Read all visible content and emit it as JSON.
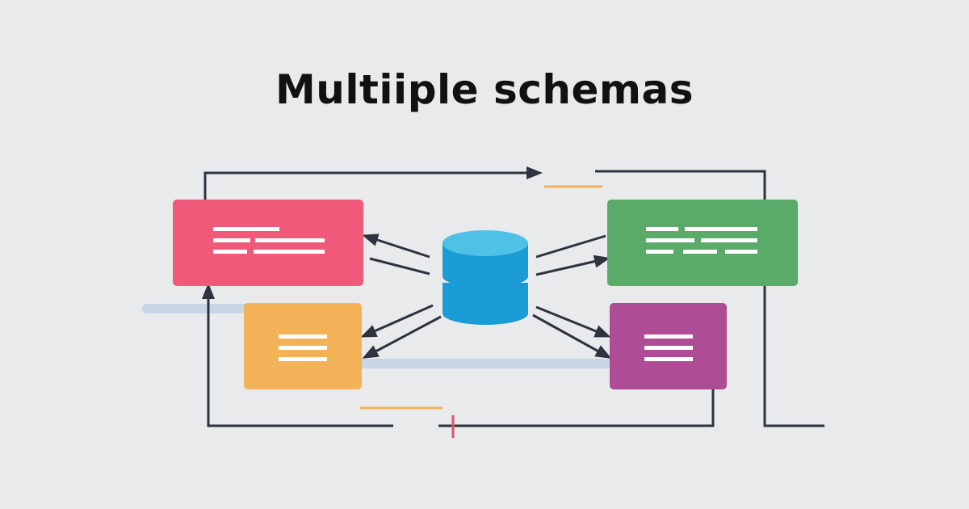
{
  "title": "Multiiple schemas",
  "colors": {
    "background": "#e9eaec",
    "line": "#2d3440",
    "pink": "#f0597a",
    "green": "#5aab6a",
    "orange": "#f3b257",
    "purple": "#ae4d95",
    "database_top": "#4fc0e6",
    "database_body": "#1b9bd3",
    "accent_yellow": "#f3b257",
    "accent_blue": "#c9d6e8",
    "accent_red": "#e2516b"
  },
  "nodes": [
    {
      "id": "schema-pink",
      "icon": "text-lines-icon"
    },
    {
      "id": "schema-green",
      "icon": "text-lines-icon"
    },
    {
      "id": "schema-orange",
      "icon": "text-lines-icon"
    },
    {
      "id": "schema-purple",
      "icon": "text-lines-icon"
    },
    {
      "id": "database",
      "icon": "database-icon"
    }
  ]
}
